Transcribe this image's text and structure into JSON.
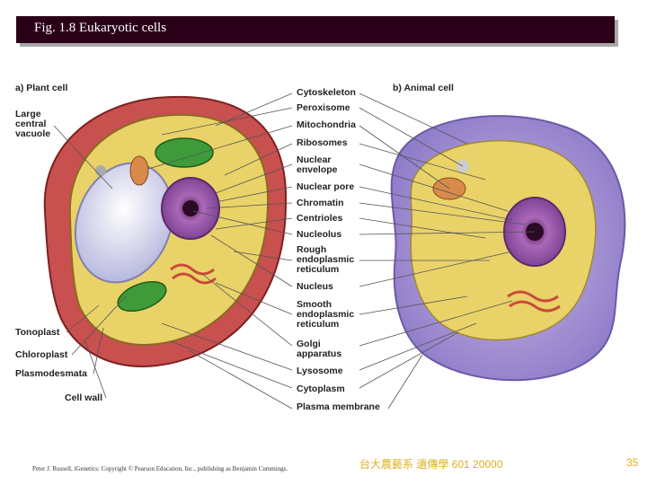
{
  "title": "Fig. 1.8  Eukaryotic cells",
  "plant_cell": {
    "heading": "a) Plant cell",
    "labels": {
      "vacuole": "Large\ncentral\nvacuole",
      "tonoplast": "Tonoplast",
      "chloroplast": "Chloroplast",
      "plasmodesmata": "Plasmodesmata",
      "cell_wall": "Cell wall"
    }
  },
  "animal_cell": {
    "heading": "b) Animal cell"
  },
  "shared_labels": [
    "Cytoskeleton",
    "Peroxisome",
    "Mitochondria",
    "Ribosomes",
    "Nuclear\nenvelope",
    "Nuclear pore",
    "Chromatin",
    "Centrioles",
    "Nucleolus",
    "Rough\nendoplasmic\nreticulum",
    "Nucleus",
    "Smooth\nendoplasmic\nreticulum",
    "Golgi\napparatus",
    "Lysosome",
    "Cytoplasm",
    "Plasma membrane"
  ],
  "footer": {
    "credit": "Peter J. Russell, iGenetics: Copyright © Pearson Education, Inc., publishing as Benjamin Cummings.",
    "course": "台大農藝系 遺傳學 601 20000",
    "page": "35"
  },
  "colors": {
    "title_bg": "#2a0019",
    "accent": "#e0b020"
  }
}
